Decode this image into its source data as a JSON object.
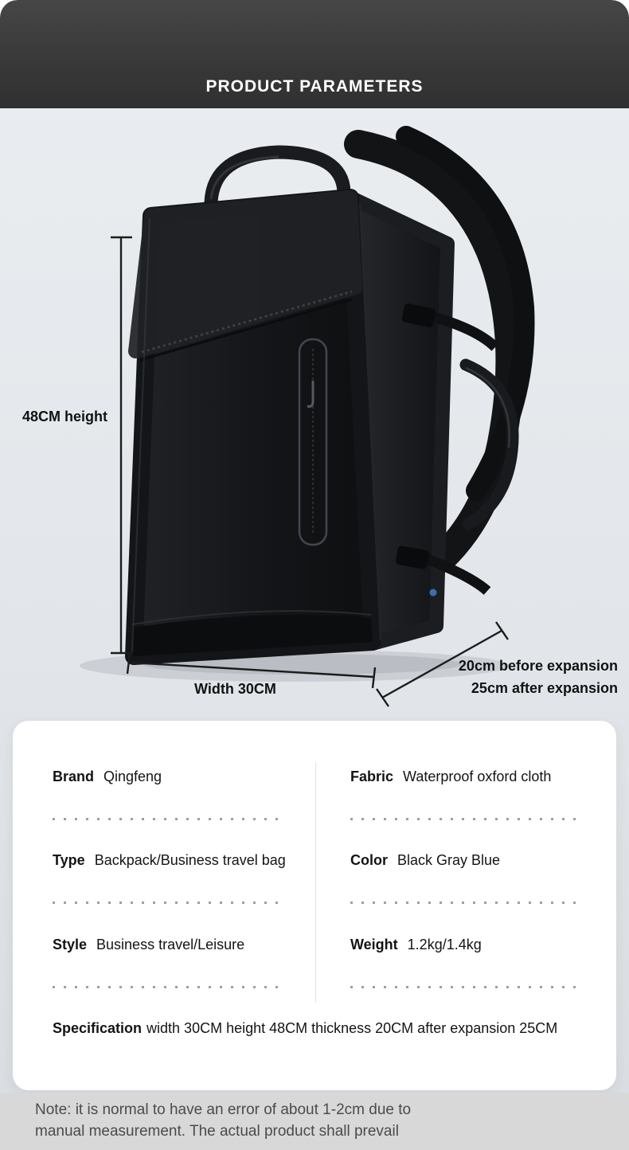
{
  "header": {
    "title": "PRODUCT PARAMETERS"
  },
  "dimensions": {
    "height": "48CM height",
    "width": "Width 30CM",
    "depth_before": "20cm before expansion",
    "depth_after": "25cm after expansion"
  },
  "specs": {
    "left": [
      {
        "label": "Brand",
        "value": "Qingfeng"
      },
      {
        "label": "Type",
        "value": "Backpack/Business travel bag"
      },
      {
        "label": "Style",
        "value": "Business travel/Leisure"
      }
    ],
    "right": [
      {
        "label": "Fabric",
        "value": "Waterproof oxford cloth"
      },
      {
        "label": "Color",
        "value": "Black Gray Blue"
      },
      {
        "label": "Weight",
        "value": "1.2kg/1.4kg"
      }
    ],
    "full": {
      "label": "Specification",
      "value": "width 30CM height 48CM thickness 20CM after expansion 25CM"
    }
  },
  "note": {
    "line1": "Note: it is normal to have an error of about 1-2cm due to",
    "line2": "manual measurement. The actual product shall prevail"
  },
  "colors": {
    "banner": "#3b3b3b",
    "background": "#e4e8ec",
    "card": "#ffffff",
    "note_background": "#d8d8d8",
    "backpack_body": "#141518",
    "dimension_line": "#1c1c1c",
    "usb_accent": "#3d79c0"
  }
}
